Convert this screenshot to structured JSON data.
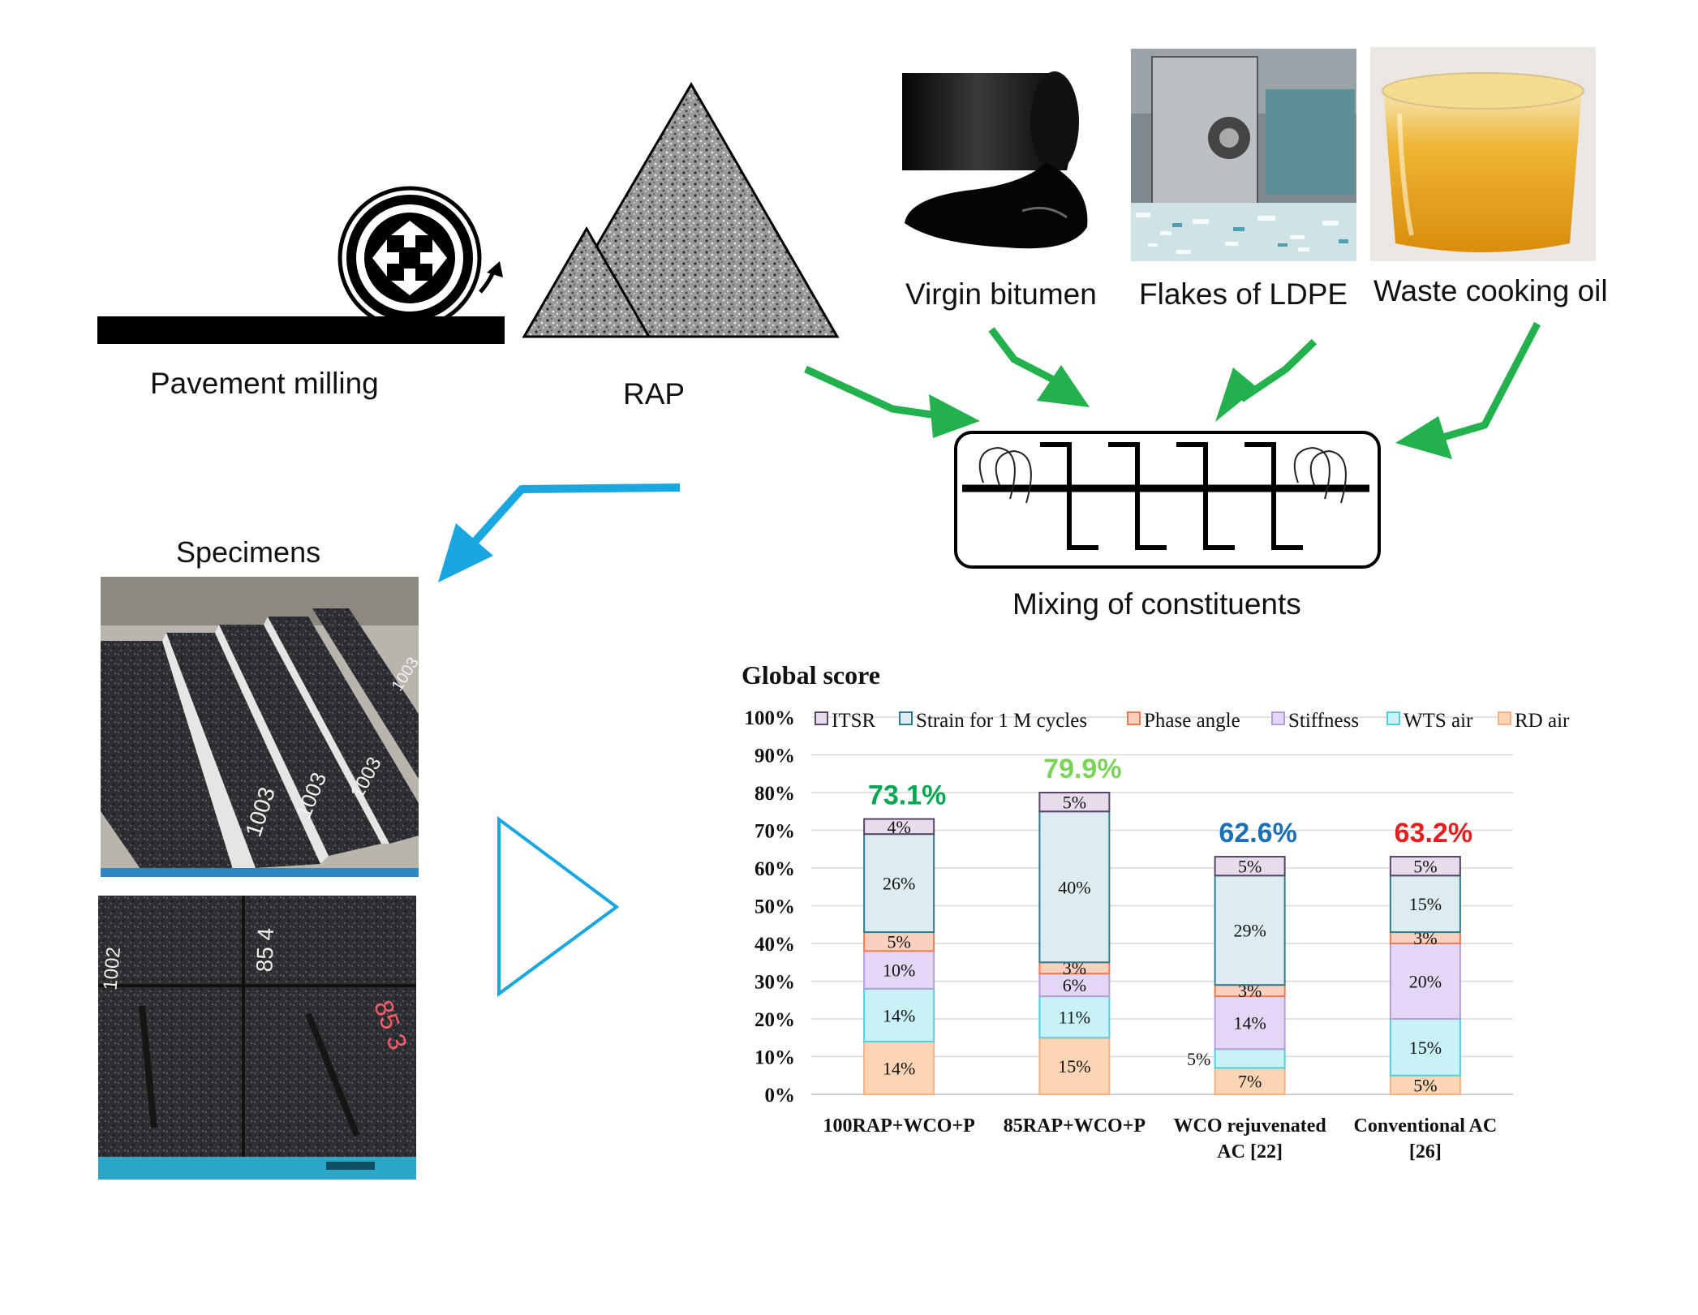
{
  "labels": {
    "pavement_milling": "Pavement milling",
    "rap": "RAP",
    "virgin_bitumen": "Virgin bitumen",
    "flakes_ldpe": "Flakes of LDPE",
    "waste_cooking_oil": "Waste cooking oil",
    "mixing": "Mixing of constituents",
    "specimens": "Specimens"
  },
  "specimen_markings": {
    "slab1": [
      "1003",
      "1003",
      "1003",
      "1003"
    ],
    "slab2": [
      "85 4",
      "85 3",
      "1002"
    ]
  },
  "colors": {
    "green_arrow": "#22b14c",
    "blue_arrow": "#1aa7e0",
    "play_triangle": "#1aa7e0"
  },
  "chart_data": {
    "type": "bar",
    "stacked": true,
    "title": "Global score",
    "categories": [
      "100RAP+WCO+P",
      "85RAP+WCO+P",
      "WCO rejuvenated AC [22]",
      "Conventional AC [26]"
    ],
    "category_lines": [
      [
        "100RAP+WCO+P"
      ],
      [
        "85RAP+WCO+P"
      ],
      [
        "WCO rejuvenated",
        "AC [22]"
      ],
      [
        "Conventional AC",
        "[26]"
      ]
    ],
    "ylim": [
      0,
      100
    ],
    "y_ticks": [
      "0%",
      "10%",
      "20%",
      "30%",
      "40%",
      "50%",
      "60%",
      "70%",
      "80%",
      "90%",
      "100%"
    ],
    "legend_position": "top",
    "series": [
      {
        "name": "RD air",
        "values": [
          14,
          15,
          7,
          5
        ],
        "labels": [
          "14%",
          "15%",
          "7%",
          "5%"
        ],
        "color": "#fcd5b4",
        "stroke": "#f4b183"
      },
      {
        "name": "WTS air",
        "values": [
          14,
          11,
          5,
          15
        ],
        "labels": [
          "14%",
          "11%",
          "5%",
          "15%"
        ],
        "color": "#c9f1f8",
        "stroke": "#4dd0e1"
      },
      {
        "name": "Stiffness",
        "values": [
          10,
          6,
          14,
          20
        ],
        "labels": [
          "10%",
          "6%",
          "14%",
          "20%"
        ],
        "color": "#e4d7f5",
        "stroke": "#b39ddb"
      },
      {
        "name": "Phase angle",
        "values": [
          5,
          3,
          3,
          3
        ],
        "labels": [
          "5%",
          "3%",
          "3%",
          "3%"
        ],
        "color": "#fbd0bf",
        "stroke": "#ef7a4d"
      },
      {
        "name": "Strain for 1 M cycles",
        "values": [
          26,
          40,
          29,
          15
        ],
        "labels": [
          "26%",
          "40%",
          "29%",
          "15%"
        ],
        "color": "#dcecf0",
        "stroke": "#2e7d8c"
      },
      {
        "name": "ITSR",
        "values": [
          4,
          5,
          5,
          5
        ],
        "labels": [
          "4%",
          "5%",
          "5%",
          "5%"
        ],
        "color": "#e6dcec",
        "stroke": "#5a4466"
      }
    ],
    "legend_order": [
      "ITSR",
      "Strain for 1 M cycles",
      "Phase angle",
      "Stiffness",
      "WTS air",
      "RD air"
    ],
    "totals": [
      73.1,
      79.9,
      62.6,
      63.2
    ],
    "total_labels": [
      "73.1%",
      "79.9%",
      "62.6%",
      "63.2%"
    ],
    "total_colors": [
      "#00a651",
      "#7dd35a",
      "#1b6fb5",
      "#e41f1f"
    ]
  }
}
